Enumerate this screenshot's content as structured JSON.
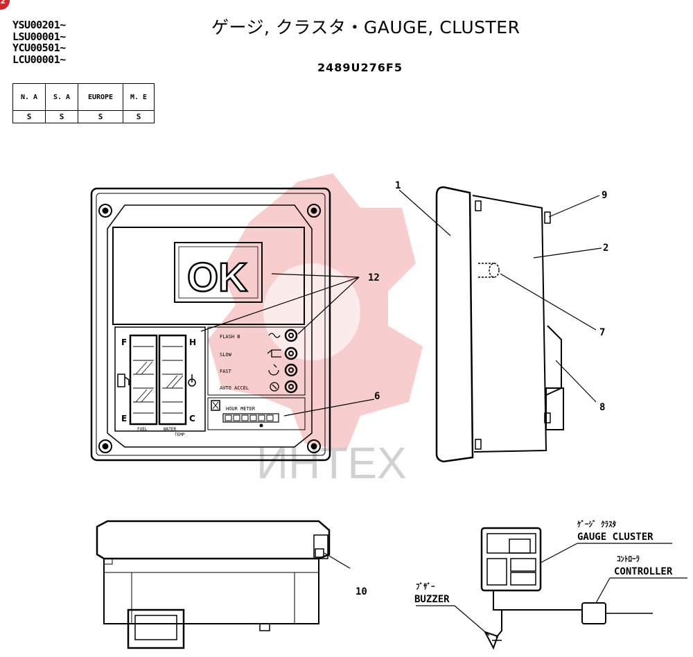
{
  "badge": "2",
  "serials": [
    "YSU00201~",
    "LSU00001~",
    "YCU00501~",
    "LCU00001~"
  ],
  "title": "ゲージ, クラスタ・GAUGE, CLUSTER",
  "part_number": "2489U276F5",
  "markets": {
    "headers": [
      "N. A",
      "S. A",
      "EUROPE",
      "M. E"
    ],
    "values": [
      "S",
      "S",
      "S",
      "S"
    ]
  },
  "display_text": "OK",
  "indicators": [
    "FLASH B",
    "SLOW",
    "FAST",
    "AUTO ACCEL"
  ],
  "gauge_marks": {
    "fuel_top": "F",
    "fuel_bottom": "E",
    "temp_top": "H",
    "temp_bottom": "C"
  },
  "gauge_labels": {
    "fuel": "FUEL",
    "water": "WATER",
    "temp": "TEMP"
  },
  "hour_meter_label": "HOUR METER",
  "callouts": [
    "1",
    "2",
    "6",
    "7",
    "8",
    "9",
    "10",
    "12"
  ],
  "system": {
    "gauge_cluster_jp": "ｹﾞｰｼﾞ ｸﾗｽﾀ",
    "gauge_cluster": "GAUGE CLUSTER",
    "controller_jp": "ｺﾝﾄﾛｰﾗ",
    "controller": "CONTROLLER",
    "buzzer_jp": "ﾌﾞｻﾞｰ",
    "buzzer": "BUZZER"
  },
  "watermark": "ИНТЕХ",
  "colors": {
    "line": "#000000",
    "watermark": "#f2b8b8",
    "badge": "#d8232a"
  }
}
